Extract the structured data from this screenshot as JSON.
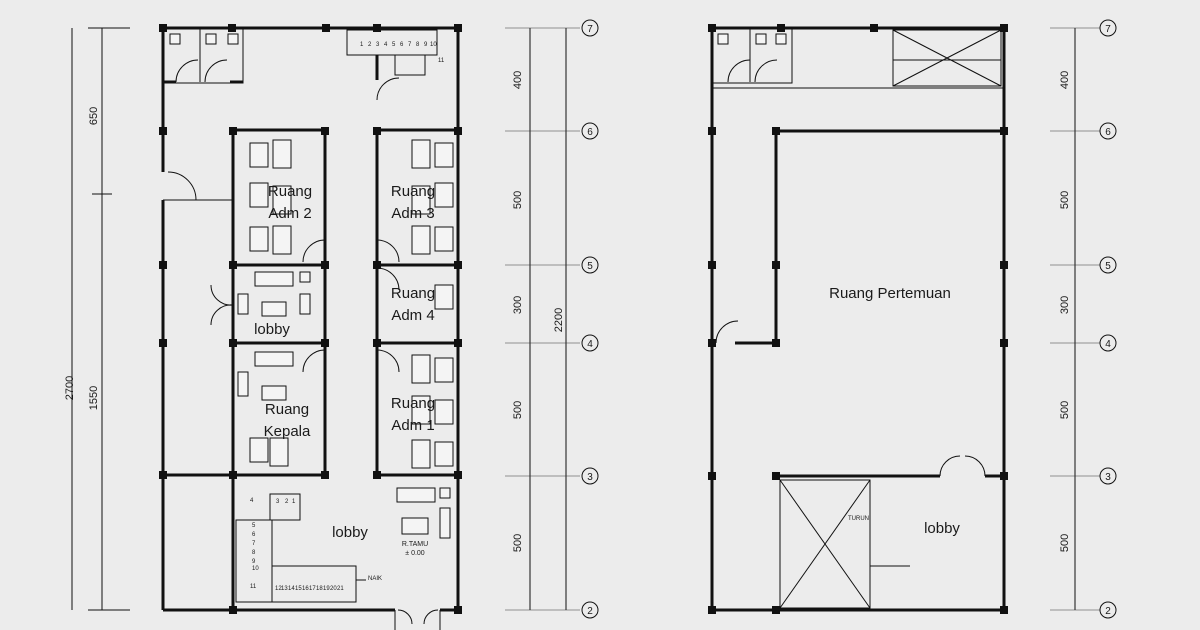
{
  "rooms": {
    "adm2_l1": "Ruang",
    "adm2_l2": "Adm 2",
    "adm3_l1": "Ruang",
    "adm3_l2": "Adm 3",
    "adm4_l1": "Ruang",
    "adm4_l2": "Adm 4",
    "adm1_l1": "Ruang",
    "adm1_l2": "Adm 1",
    "kepala_l1": "Ruang",
    "kepala_l2": "Kepala",
    "lobby_mid": "lobby",
    "lobby_ground": "lobby",
    "rtamu_l1": "R.TAMU",
    "rtamu_l2": "± 0.00",
    "pertemuan": "Ruang Pertemuan",
    "lobby_upper": "lobby"
  },
  "labels": {
    "naik": "NAIK",
    "turun": "TURUN"
  },
  "dims_left": {
    "total": "2700",
    "upper": "650",
    "lower": "1550"
  },
  "dims_right": [
    "400",
    "500",
    "300",
    "500",
    "500"
  ],
  "dim_total_right": "2200",
  "grid": [
    "7",
    "6",
    "5",
    "4",
    "3",
    "2"
  ],
  "stairs_ground": [
    "1",
    "2",
    "3",
    "4",
    "5",
    "6",
    "7",
    "8",
    "9",
    "10",
    "11",
    "12",
    "13",
    "14",
    "15",
    "16",
    "17",
    "18",
    "19",
    "20",
    "21"
  ],
  "stairs_top": [
    "1",
    "2",
    "3",
    "4",
    "5",
    "6",
    "7",
    "8",
    "9",
    "10",
    "11"
  ]
}
